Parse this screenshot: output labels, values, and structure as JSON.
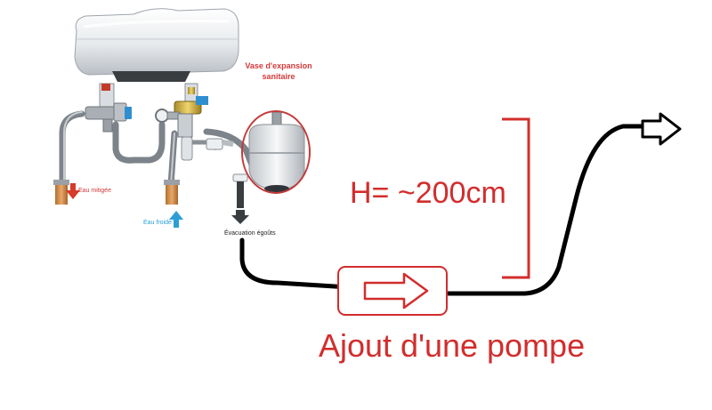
{
  "labels": {
    "vase_line1": "Vase d'expansion",
    "vase_line2": "sanitaire",
    "eau_mitigee": "Eau mitigée",
    "eau_froide": "Eau froide",
    "evacuation": "Évacuation égoûts",
    "height": "H= ~200cm",
    "pump": "Ajout d'une pompe"
  },
  "colors": {
    "annotation_red": "#d22d2d",
    "cold_water_blue": "#2a9fd6",
    "hot_water_red": "#d63a2a",
    "pipe_black": "#000000"
  },
  "icons": [
    "water-heater-tank",
    "expansion-vessel",
    "mixing-valve",
    "flow-arrow-icon",
    "pump-arrow-icon",
    "outlet-arrow-icon"
  ]
}
